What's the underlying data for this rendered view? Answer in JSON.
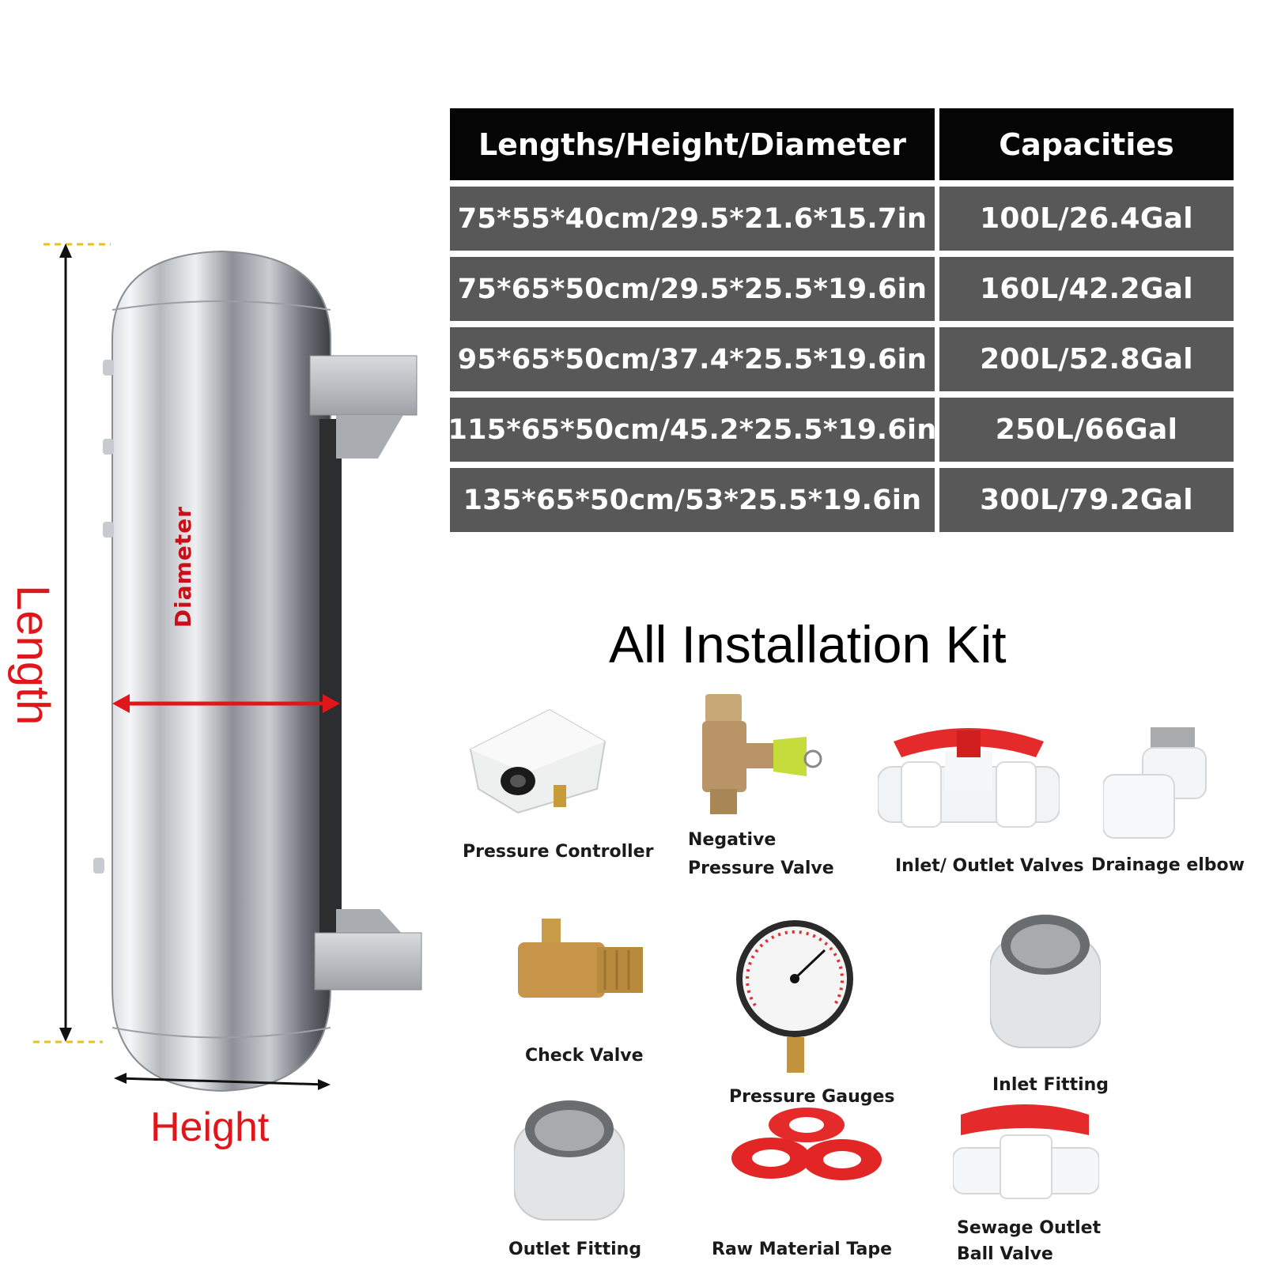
{
  "labels": {
    "length": "Length",
    "diameter": "Diameter",
    "height": "Height"
  },
  "spec_table": {
    "headers": [
      "Lengths/Height/Diameter",
      "Capacities"
    ],
    "rows": [
      [
        "75*55*40cm/29.5*21.6*15.7in",
        "100L/26.4Gal"
      ],
      [
        "75*65*50cm/29.5*25.5*19.6in",
        "160L/42.2Gal"
      ],
      [
        "95*65*50cm/37.4*25.5*19.6in",
        "200L/52.8Gal"
      ],
      [
        "115*65*50cm/45.2*25.5*19.6in",
        "250L/66Gal"
      ],
      [
        "135*65*50cm/53*25.5*19.6in",
        "300L/79.2Gal"
      ]
    ]
  },
  "kit": {
    "title": "All Installation Kit",
    "items": {
      "pressure_controller": "Pressure Controller",
      "negative_pressure_valve_1": "Negative",
      "negative_pressure_valve_2": "Pressure Valve",
      "inlet_outlet_valves": "Inlet/ Outlet Valves",
      "drainage_elbow": "Drainage elbow",
      "check_valve": "Check Valve",
      "pressure_gauges": "Pressure Gauges",
      "inlet_fitting": "Inlet Fitting",
      "outlet_fitting": "Outlet Fitting",
      "raw_material_tape": "Raw Material Tape",
      "sewage_outlet_ball_valve_1": "Sewage Outlet",
      "sewage_outlet_ball_valve_2": "Ball Valve"
    }
  },
  "colors": {
    "accent_red": "#e0161b",
    "header_bg": "#050505",
    "row_bg": "#585858"
  }
}
